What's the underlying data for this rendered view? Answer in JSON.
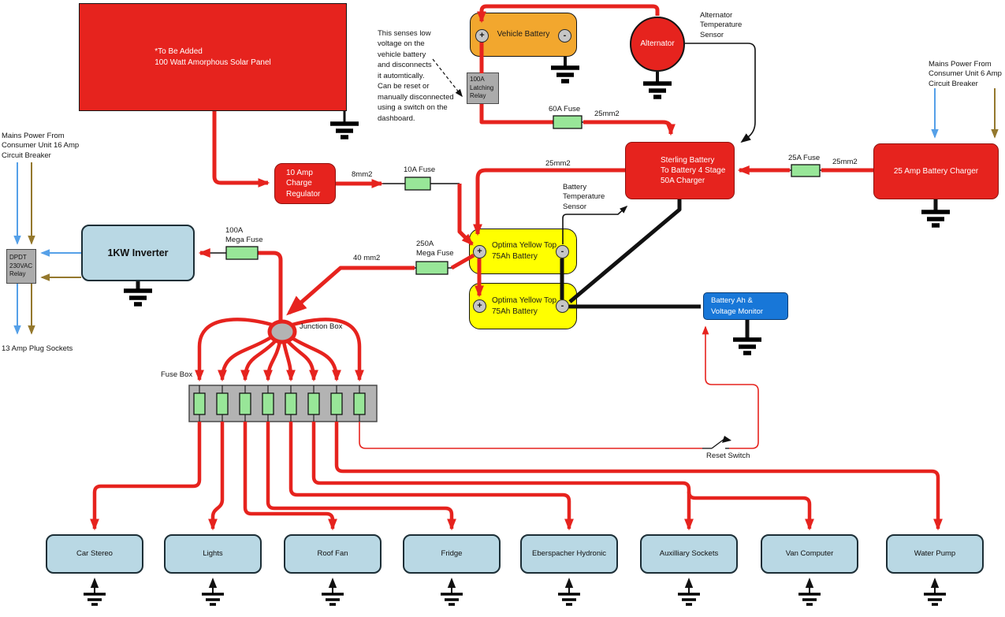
{
  "labels": {
    "mains_left": "Mains Power From\nConsumer Unit 16 Amp\nCircuit Breaker",
    "plug_sockets": "13 Amp Plug Sockets",
    "mains_right": "Mains Power From\nConsumer Unit 6 Amp\nCircuit Breaker",
    "alt_temp_sensor": "Alternator\nTemperature\nSensor",
    "batt_temp_sensor": "Battery\nTemperature\nSensor",
    "reset_switch": "Reset Switch",
    "junction_box": "Junction Box",
    "fuse_box": "Fuse Box",
    "note": "This senses low\nvoltage on the\nvehicle battery\nand disconnects\nit automtically.\nCan be reset or\nmanually disconnected\nusing a switch on the\ndashboard."
  },
  "components": {
    "solar_panel": "*To Be Added\n100 Watt Amorphous Solar Panel",
    "charge_regulator": "10 Amp\nCharge\nRegulator",
    "vehicle_battery": "Vehicle Battery",
    "latching_relay": "100A\nLatching\nRelay",
    "alternator": "Alternator",
    "sterling_charger": "Sterling Battery\nTo Battery 4 Stage\n50A Charger",
    "mains_charger": "25 Amp Battery Charger",
    "inverter": "1KW Inverter",
    "dpdt_relay": "DPDT\n230VAC\nRelay",
    "battery1": "Optima Yellow Top\n75Ah Battery",
    "battery2": "Optima Yellow Top\n75Ah Battery",
    "monitor": "Battery Ah &\nVoltage Monitor",
    "terminal_plus": "+",
    "terminal_minus": "-"
  },
  "wire_labels": {
    "solar_to_reg": "8mm2",
    "fuse_10a": "10A Fuse",
    "fuse_60a": "60A Fuse",
    "fuse_25a": "25A Fuse",
    "mega_fuse_100a": "100A\nMega Fuse",
    "mega_fuse_250a": "250A\nMega Fuse",
    "alt_to_sterling": "25mm2",
    "sterling_to_battery": "25mm2",
    "charger_to_sterling": "25mm2",
    "battery_to_junction": "40 mm2"
  },
  "loads": [
    {
      "label": "Car Stereo"
    },
    {
      "label": "Lights"
    },
    {
      "label": "Roof Fan"
    },
    {
      "label": "Fridge"
    },
    {
      "label": "Eberspacher Hydronic"
    },
    {
      "label": "Auxilliary Sockets"
    },
    {
      "label": "Van Computer"
    },
    {
      "label": "Water Pump"
    }
  ],
  "colors": {
    "wire_red": "#e6231e",
    "wire_black": "#111111",
    "mains_live_blue": "#55a0e8",
    "mains_neutral_olive": "#94782d",
    "battery_orange": "#f2a72e",
    "battery_yellow": "#ffff00",
    "load_blue": "#b9d8e4",
    "monitor_blue": "#1877d8",
    "fuse_green": "#98e698"
  }
}
